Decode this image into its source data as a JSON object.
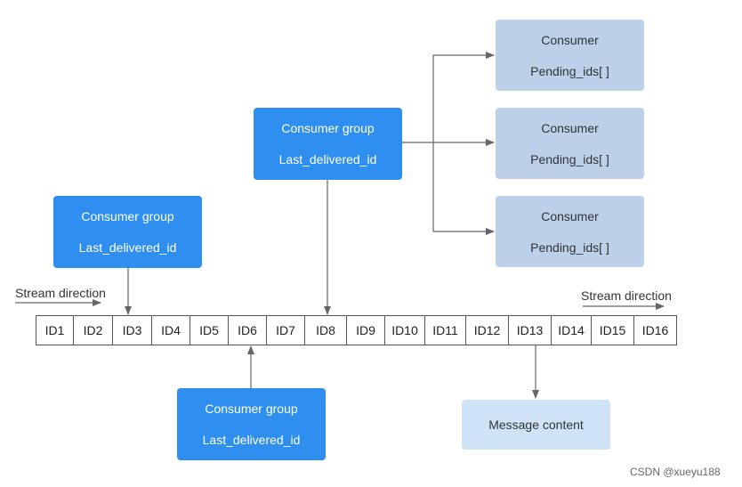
{
  "stream_ids": [
    "ID1",
    "ID2",
    "ID3",
    "ID4",
    "ID5",
    "ID6",
    "ID7",
    "ID8",
    "ID9",
    "ID10",
    "ID11",
    "ID12",
    "ID13",
    "ID14",
    "ID15",
    "ID16"
  ],
  "stream_direction_left": "Stream direction",
  "stream_direction_right": "Stream direction",
  "consumer_groups": [
    {
      "title": "Consumer group",
      "field": "Last_delivered_id"
    },
    {
      "title": "Consumer group",
      "field": "Last_delivered_id"
    },
    {
      "title": "Consumer group",
      "field": "Last_delivered_id"
    }
  ],
  "consumers": [
    {
      "title": "Consumer",
      "field": "Pending_ids[ ]"
    },
    {
      "title": "Consumer",
      "field": "Pending_ids[ ]"
    },
    {
      "title": "Consumer",
      "field": "Pending_ids[ ]"
    }
  ],
  "message_content": "Message content",
  "watermark": "CSDN @xueyu188",
  "colors": {
    "consumer_group_fill": "#2f8ff0",
    "consumer_fill": "#bcd0ea",
    "message_fill": "#cfe3f7",
    "arrow": "#666666"
  }
}
